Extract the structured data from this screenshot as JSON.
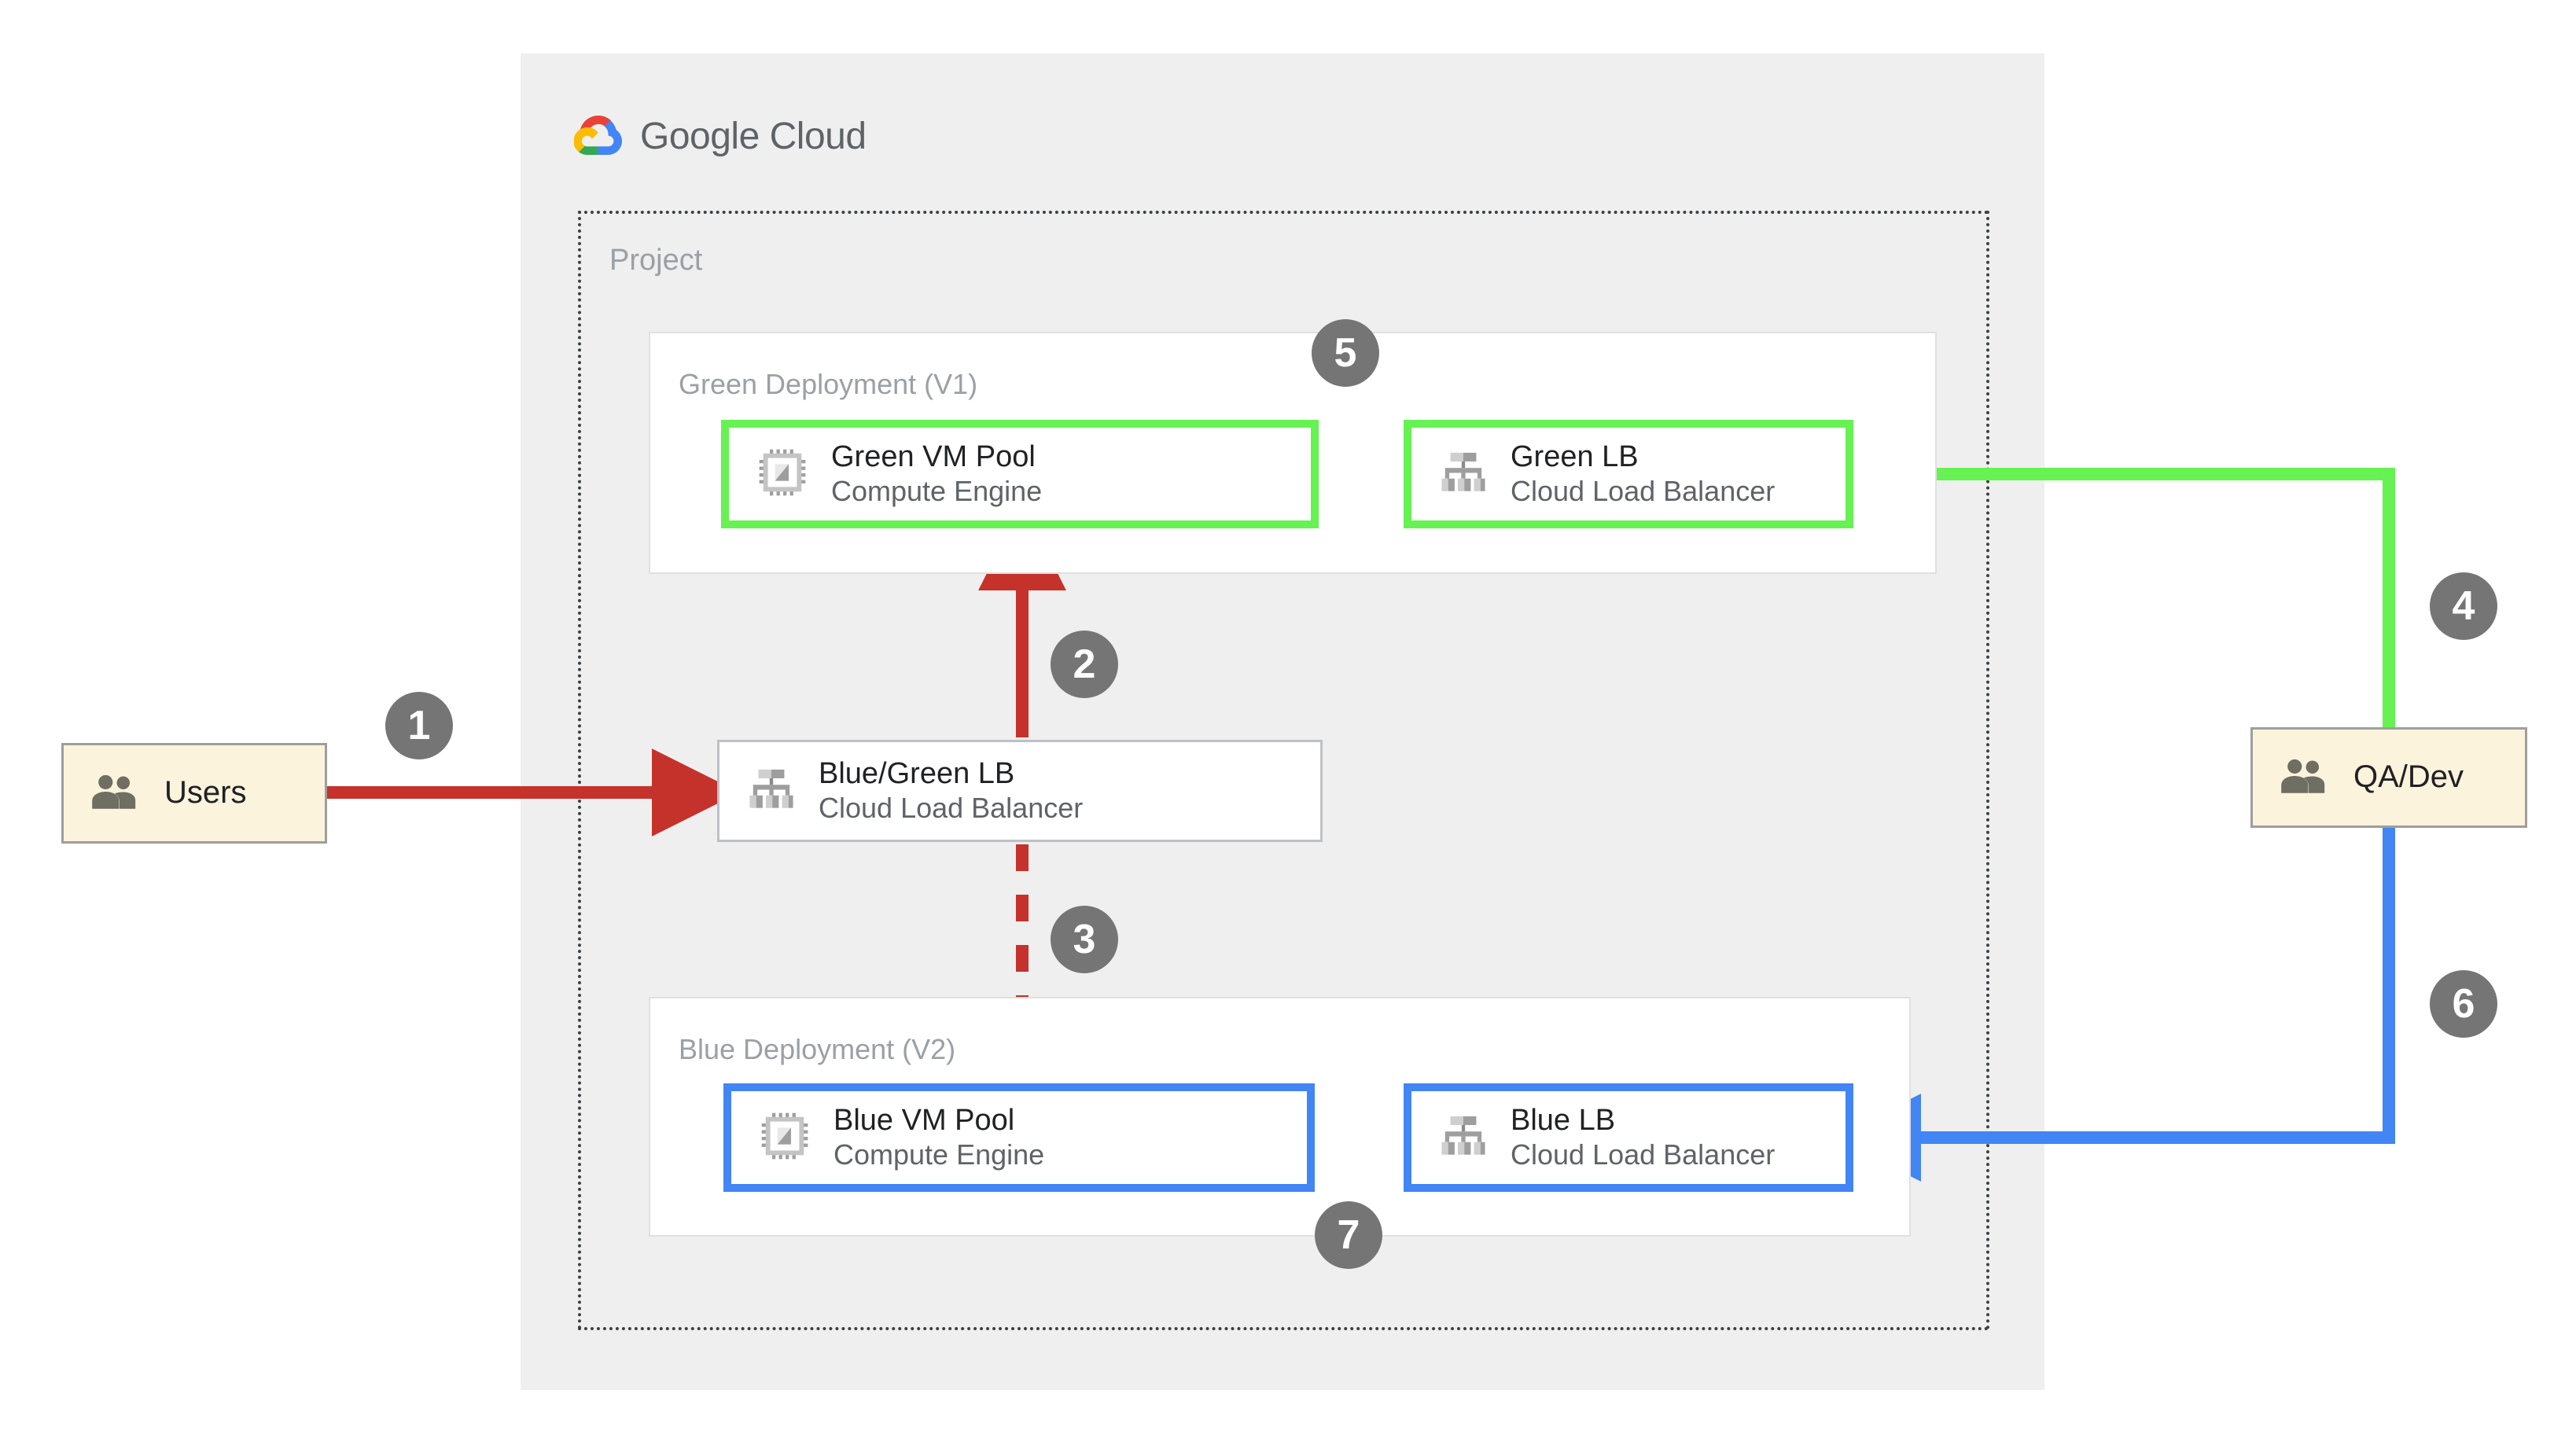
{
  "cloud": {
    "brand_part1": "Google",
    "brand_part2": "Cloud",
    "logo_icon": "google-cloud-logo-icon",
    "project_label": "Project"
  },
  "groups": {
    "green": {
      "label": "Green Deployment (V1)"
    },
    "blue": {
      "label": "Blue Deployment (V2)"
    }
  },
  "nodes": {
    "green_vm": {
      "title": "Green VM Pool",
      "subtitle": "Compute Engine",
      "icon": "cpu-chip-icon",
      "accent": "#66f252"
    },
    "green_lb": {
      "title": "Green LB",
      "subtitle": "Cloud Load Balancer",
      "icon": "load-balancer-icon",
      "accent": "#66f252"
    },
    "bluegreen_lb": {
      "title": "Blue/Green LB",
      "subtitle": "Cloud Load Balancer",
      "icon": "load-balancer-icon",
      "accent": "#bdc1c6"
    },
    "blue_vm": {
      "title": "Blue VM Pool",
      "subtitle": "Compute Engine",
      "icon": "cpu-chip-icon",
      "accent": "#4285f4"
    },
    "blue_lb": {
      "title": "Blue LB",
      "subtitle": "Cloud Load Balancer",
      "icon": "load-balancer-icon",
      "accent": "#4285f4"
    }
  },
  "actors": {
    "users": {
      "label": "Users",
      "icon": "people-icon",
      "fill": "#fcf3dc"
    },
    "qa_dev": {
      "label": "QA/Dev",
      "icon": "people-icon",
      "fill": "#fcf3dc"
    }
  },
  "steps": [
    {
      "number": "1",
      "from": "Users",
      "to": "Blue/Green LB",
      "color": "#c5322b",
      "style": "solid"
    },
    {
      "number": "2",
      "from": "Blue/Green LB",
      "to": "Green VM Pool",
      "color": "#c5322b",
      "style": "solid"
    },
    {
      "number": "3",
      "from": "Blue/Green LB",
      "to": "Blue VM Pool",
      "color": "#c5322b",
      "style": "dashed"
    },
    {
      "number": "4",
      "from": "QA/Dev",
      "to": "Green LB",
      "color": "#66f252",
      "style": "solid"
    },
    {
      "number": "5",
      "from": "Green LB",
      "to": "Green VM Pool",
      "color": "#66f252",
      "style": "solid"
    },
    {
      "number": "6",
      "from": "QA/Dev",
      "to": "Blue LB",
      "color": "#4285f4",
      "style": "solid"
    },
    {
      "number": "7",
      "from": "Blue LB",
      "to": "Blue VM Pool",
      "color": "#4285f4",
      "style": "solid"
    }
  ],
  "colors": {
    "panel_bg": "#efefef",
    "red": "#c5322b",
    "green": "#66f252",
    "blue": "#4285f4",
    "badge": "#757575",
    "muted_text": "#9aa0a6"
  }
}
